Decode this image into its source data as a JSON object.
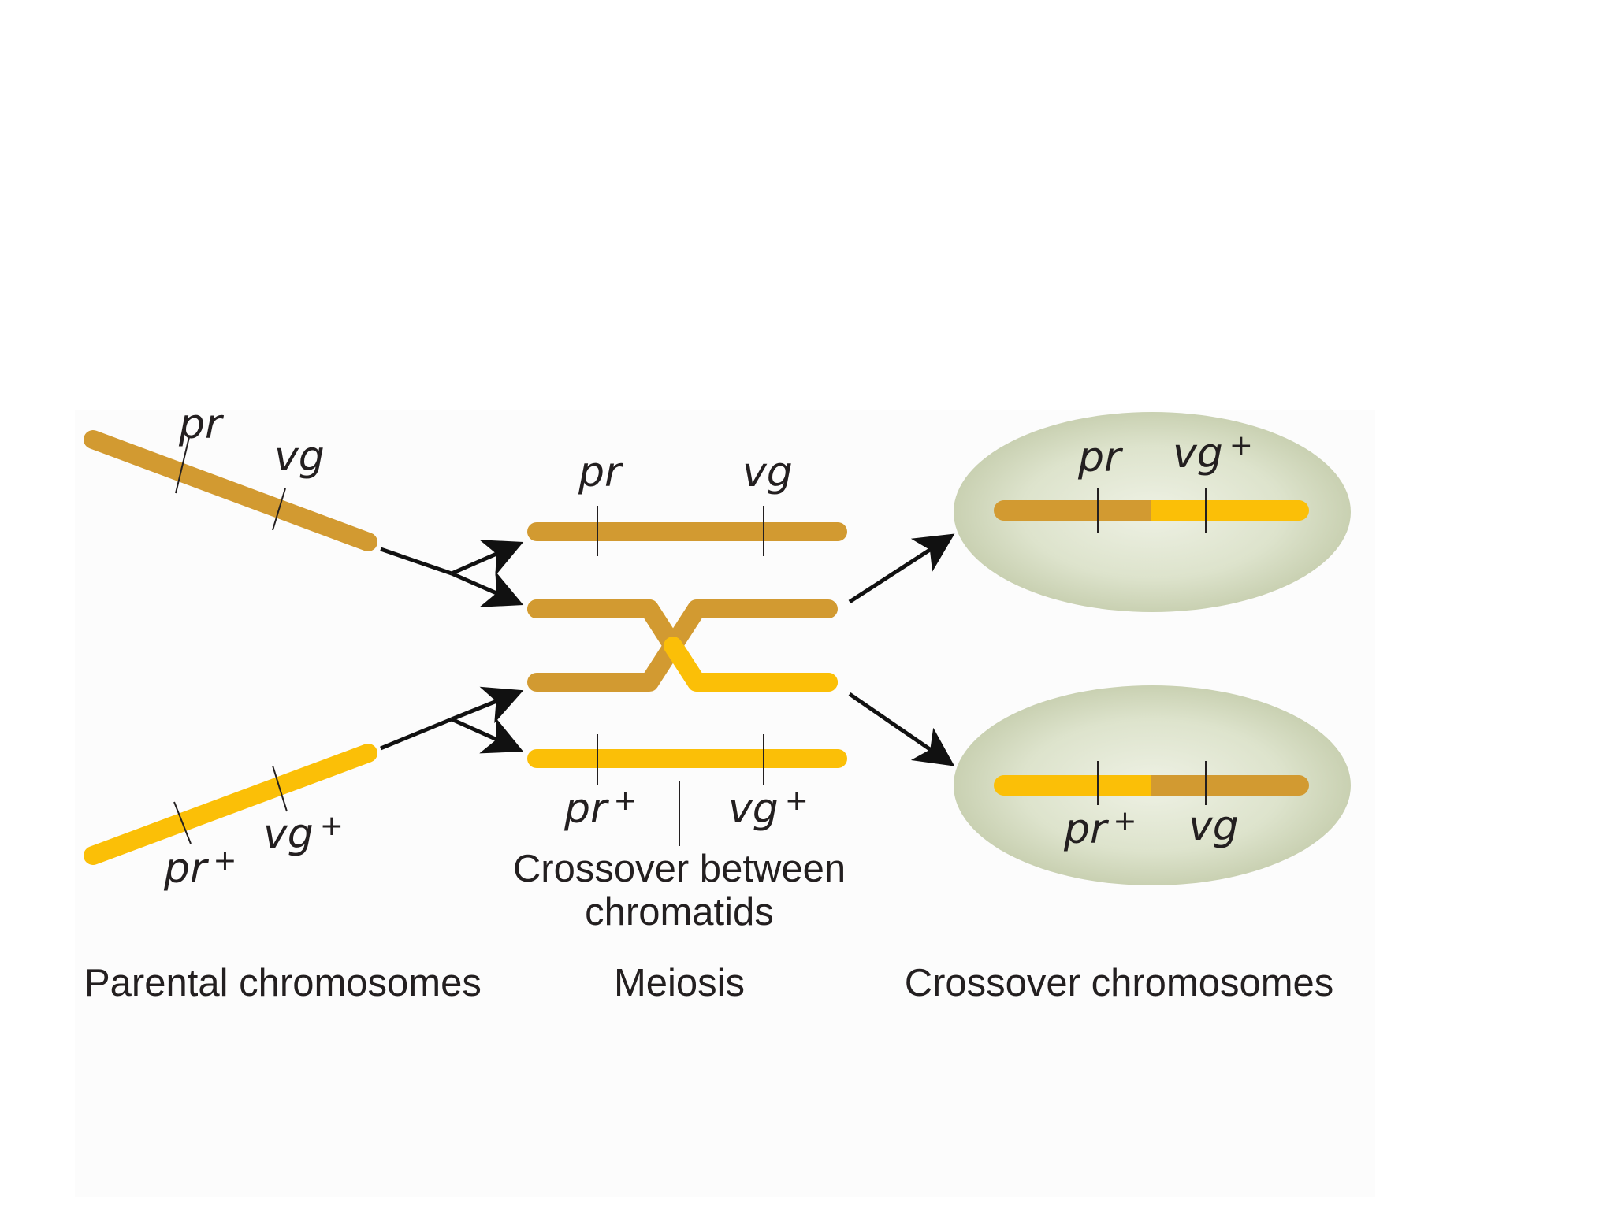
{
  "colors": {
    "dark_chromosome": "#d29a31",
    "light_chromosome": "#fbbf07",
    "cell_outer": "#c9d0b5",
    "cell_inner": "#eef1e4",
    "ink": "#231f20"
  },
  "labels": {
    "pr": "pr",
    "vg": "vg",
    "plus": "+",
    "crossover_line1": "Crossover between",
    "crossover_line2": "chromatids"
  },
  "captions": {
    "parental": "Parental chromosomes",
    "meiosis": "Meiosis",
    "crossover": "Crossover chromosomes"
  }
}
